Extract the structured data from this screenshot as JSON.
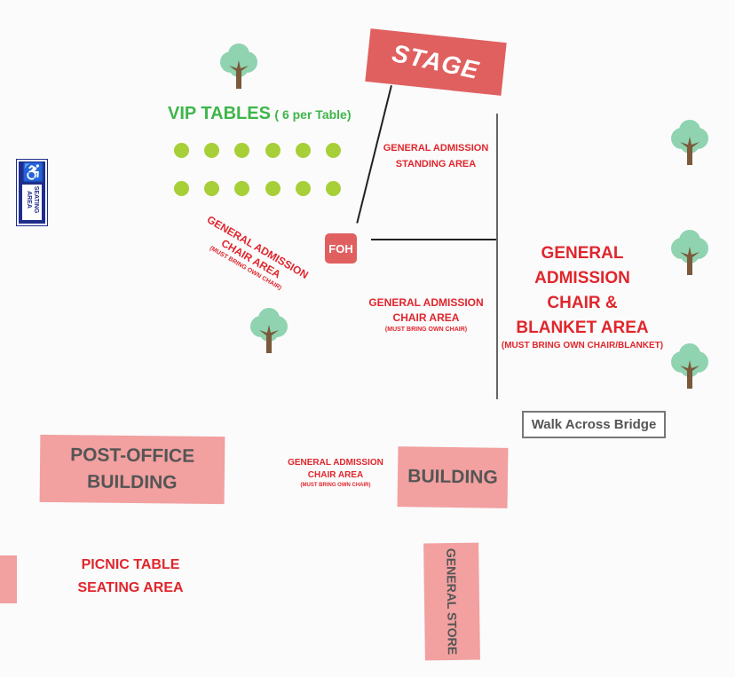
{
  "stage": {
    "label": "STAGE"
  },
  "foh": {
    "label": "FOH"
  },
  "vip": {
    "title": "VIP TABLES",
    "note": "( 6 per Table)",
    "table_count": 12
  },
  "accessible": {
    "line1": "SEATING",
    "line2": "AREA"
  },
  "areas": {
    "standing": {
      "line1": "GENERAL ADMISSION",
      "line2": "STANDING AREA"
    },
    "chair_left": {
      "line1": "GENERAL ADMISSION",
      "line2": "CHAIR AREA",
      "line3": "(MUST BRING OWN CHAIR)"
    },
    "chair_center": {
      "line1": "GENERAL ADMISSION",
      "line2": "CHAIR AREA",
      "line3": "(MUST BRING OWN CHAIR)"
    },
    "chair_blanket": {
      "line1": "GENERAL ADMISSION",
      "line2": "CHAIR &",
      "line3": "BLANKET AREA",
      "line4": "(MUST BRING OWN CHAIR/BLANKET)"
    },
    "chair_lower": {
      "line1": "GENERAL ADMISSION",
      "line2": "CHAIR AREA",
      "line3": "(MUST BRING OWN CHAIR)"
    },
    "picnic": {
      "line1": "PICNIC TABLE",
      "line2": "SEATING AREA"
    }
  },
  "bridge": {
    "label": "Walk Across Bridge"
  },
  "buildings": {
    "post_office": {
      "line1": "POST-OFFICE",
      "line2": "BUILDING"
    },
    "building": {
      "label": "BUILDING"
    },
    "general_store": {
      "label": "GENERAL STORE"
    }
  },
  "colors": {
    "stage": "#e06060",
    "building": "#f2a0a0",
    "area_text": "#e0262d",
    "vip_text": "#3fb54a",
    "table": "#a6cf38",
    "tree_leaf": "#8fd3b0",
    "tree_trunk": "#7a5a3a",
    "accessible_bg": "#1f2d8c"
  }
}
